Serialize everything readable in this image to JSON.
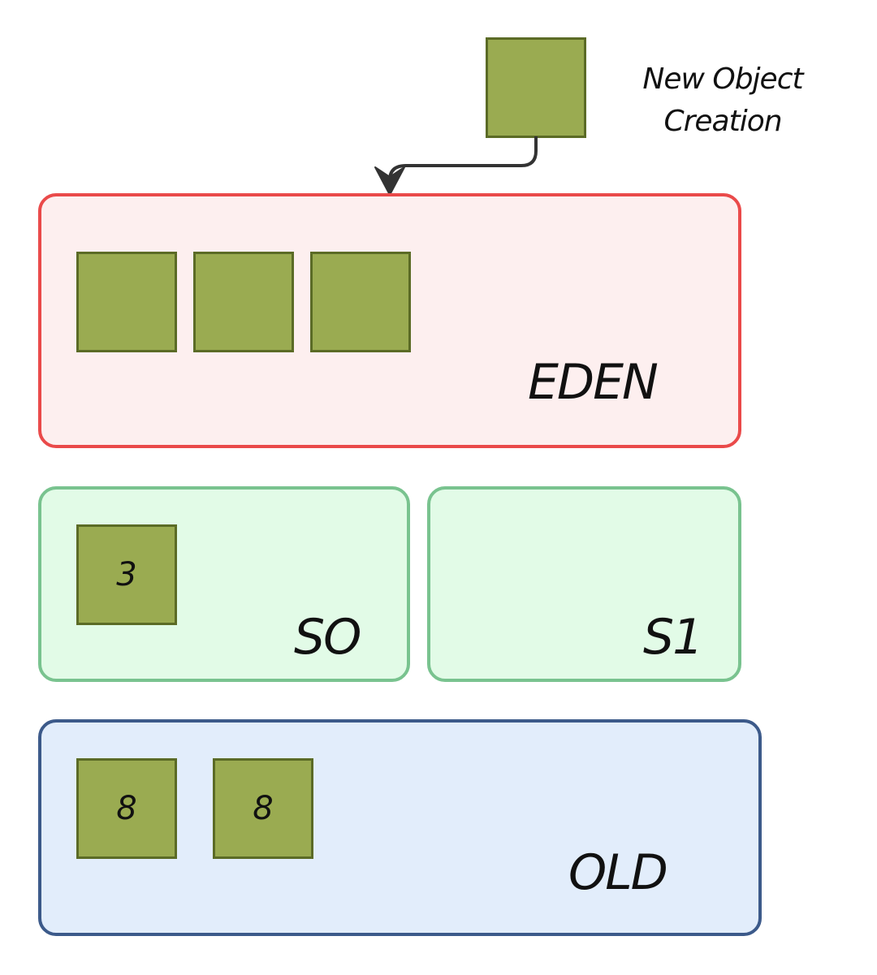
{
  "colors": {
    "object_fill": "#9aab51",
    "object_border": "#5b6b26",
    "eden_fill": "#fdefef",
    "eden_border": "#ea4a4a",
    "survivor_fill": "#e2fbe7",
    "survivor_border": "#79c38f",
    "old_fill": "#e2edfb",
    "old_border": "#3c5a8a",
    "arrow": "#333333"
  },
  "new_object": {
    "caption_line1": "New Object",
    "caption_line2": "Creation"
  },
  "eden": {
    "label": "EDEN"
  },
  "s0": {
    "label": "SO",
    "objects": [
      "3"
    ]
  },
  "s1": {
    "label": "S1"
  },
  "old": {
    "label": "OLD",
    "objects": [
      "8",
      "8"
    ]
  }
}
